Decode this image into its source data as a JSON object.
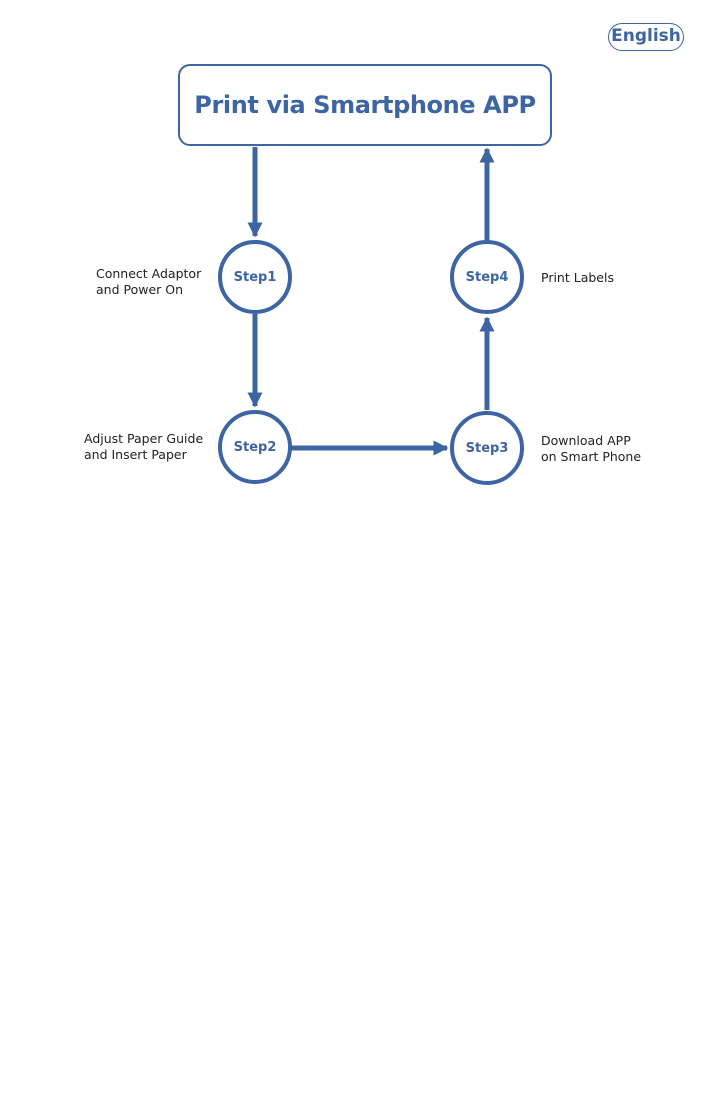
{
  "language_badge": "English",
  "title": "Print via Smartphone APP",
  "colors": {
    "accent": "#3d64a3",
    "text": "#222222",
    "background": "#ffffff"
  },
  "steps": [
    {
      "label": "Step1",
      "desc_line1": "Connect Adaptor",
      "desc_line2": "and Power On"
    },
    {
      "label": "Step2",
      "desc_line1": "Adjust Paper Guide",
      "desc_line2": "and Insert Paper"
    },
    {
      "label": "Step3",
      "desc_line1": "Download APP",
      "desc_line2": "on Smart Phone"
    },
    {
      "label": "Step4",
      "desc_line1": "Print Labels",
      "desc_line2": ""
    }
  ]
}
